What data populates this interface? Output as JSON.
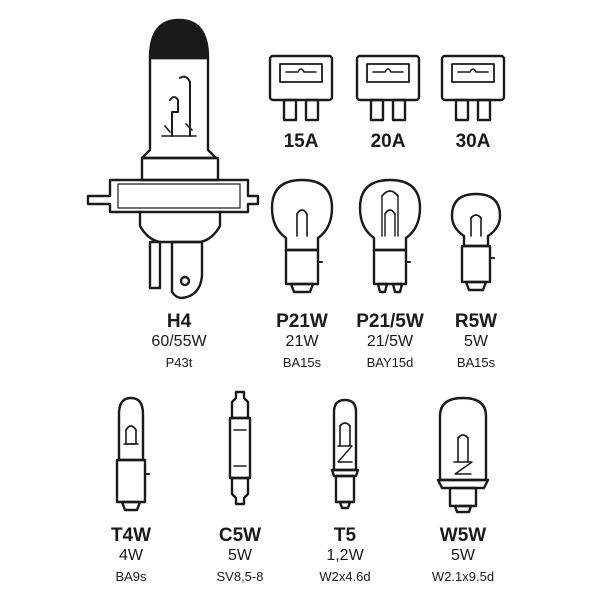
{
  "fuses": [
    {
      "label": "15A"
    },
    {
      "label": "20A"
    },
    {
      "label": "30A"
    }
  ],
  "bulbs": [
    {
      "name": "H4",
      "watt": "60/55W",
      "base": "P43t"
    },
    {
      "name": "P21W",
      "watt": "21W",
      "base": "BA15s"
    },
    {
      "name": "P21/5W",
      "watt": "21/5W",
      "base": "BAY15d"
    },
    {
      "name": "R5W",
      "watt": "5W",
      "base": "BA15s"
    },
    {
      "name": "T4W",
      "watt": "4W",
      "base": "BA9s"
    },
    {
      "name": "C5W",
      "watt": "5W",
      "base": "SV8,5-8"
    },
    {
      "name": "T5",
      "watt": "1,2W",
      "base": "W2x4.6d"
    },
    {
      "name": "W5W",
      "watt": "5W",
      "base": "W2.1x9.5d"
    }
  ]
}
